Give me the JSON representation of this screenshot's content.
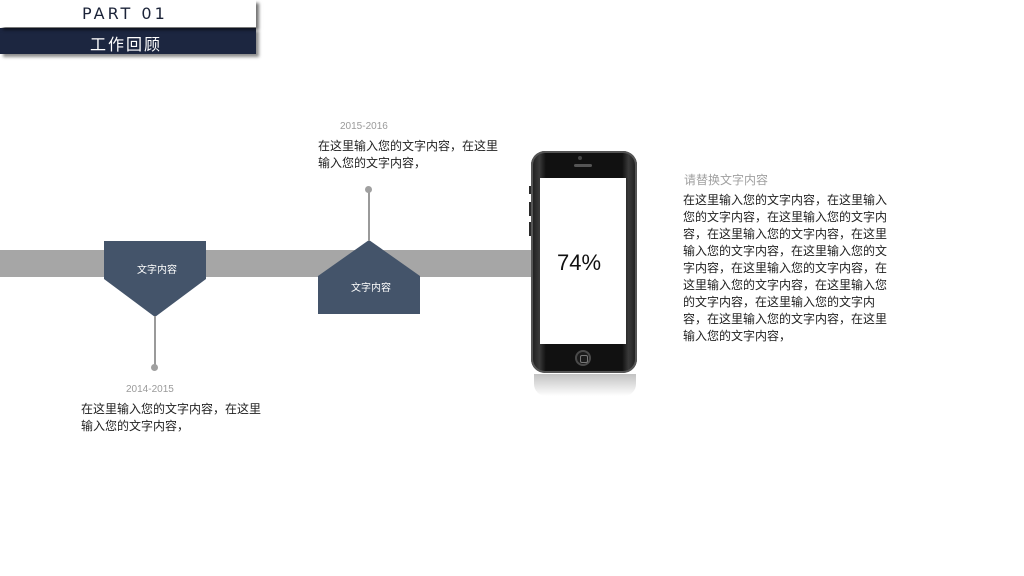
{
  "header": {
    "part_label": "PART  01",
    "section_title": "工作回顾"
  },
  "timeline": {
    "milestone_1": {
      "shape_label": "文字内容",
      "year": "2014-2015",
      "description": "在这里输入您的文字内容，在这里输入您的文字内容，"
    },
    "milestone_2": {
      "shape_label": "文字内容",
      "year": "2015-2016",
      "description": "在这里输入您的文字内容，在这里输入您的文字内容，"
    }
  },
  "phone": {
    "percent_text": "74%",
    "percent_value": 74
  },
  "right_panel": {
    "heading": "请替换文字内容",
    "body": "在这里输入您的文字内容，在这里输入您的文字内容，在这里输入您的文字内容，在这里输入您的文字内容，在这里输入您的文字内容，在这里输入您的文字内容，在这里输入您的文字内容，在这里输入您的文字内容，在这里输入您的文字内容，在这里输入您的文字内容，在这里输入您的文字内容，在这里输入您的文字内容，"
  },
  "colors": {
    "navy": "#1c2640",
    "shape_fill": "#44546a",
    "band": "#a6a6a6"
  }
}
